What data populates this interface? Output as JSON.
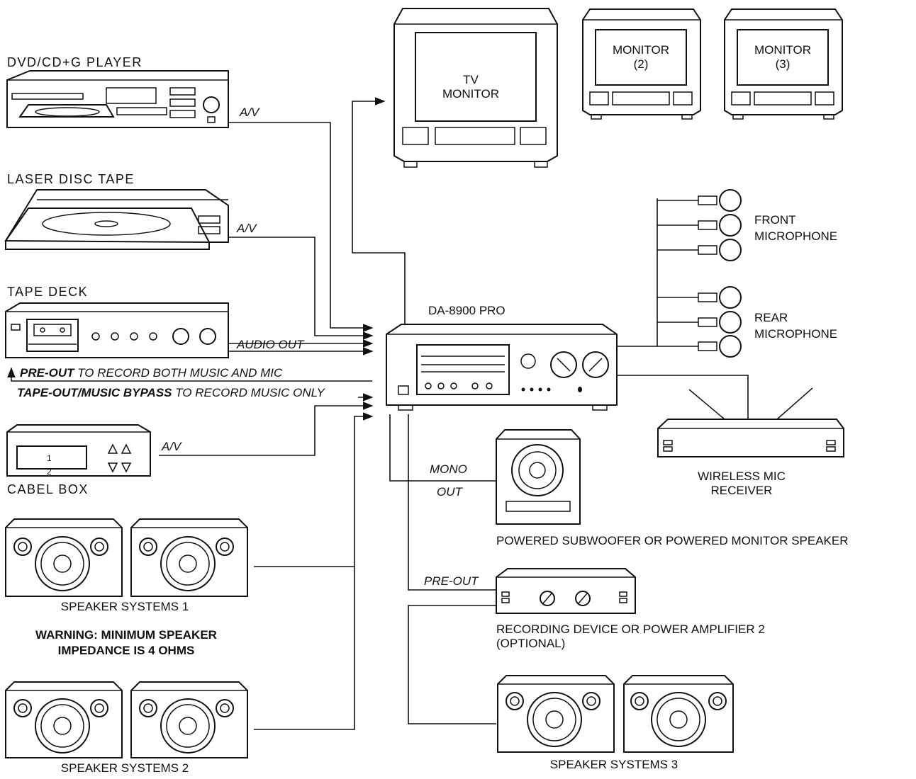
{
  "labels": {
    "dvd": "DVD/CD+G PLAYER",
    "laser": "LASER DISC TAPE",
    "tape_deck": "TAPE DECK",
    "cable_box": "CABEL BOX",
    "tv_monitor_1": "TV",
    "tv_monitor_2": "MONITOR",
    "monitor2_a": "MONITOR",
    "monitor2_b": "(2)",
    "monitor3_a": "MONITOR",
    "monitor3_b": "(3)",
    "front_mic_a": "FRONT",
    "front_mic_b": "MICROPHONE",
    "rear_mic_a": "REAR",
    "rear_mic_b": "MICROPHONE",
    "amp": "DA-8900 PRO",
    "wireless_a": "WIRELESS MIC",
    "wireless_b": "RECEIVER",
    "subwoofer": "POWERED SUBWOOFER OR POWERED MONITOR SPEAKER",
    "recording_a": "RECORDING DEVICE OR POWER AMPLIFIER 2",
    "recording_b": "(OPTIONAL)",
    "speakers1": "SPEAKER SYSTEMS 1",
    "speakers2": "SPEAKER SYSTEMS 2",
    "speakers3": "SPEAKER SYSTEMS 3",
    "warning_a": "WARNING: MINIMUM SPEAKER",
    "warning_b": "IMPEDANCE IS 4 OHMS",
    "cable_ch1": "1",
    "cable_ch2": "2"
  },
  "connections": {
    "av_dvd": "A/V",
    "av_laser": "A/V",
    "audio_out": "AUDIO OUT",
    "preout_bold": "PRE-OUT",
    "preout_rest": " TO RECORD BOTH MUSIC AND MIC",
    "tapeout_bold": "TAPE-OUT/MUSIC BYPASS",
    "tapeout_rest": " TO RECORD MUSIC ONLY",
    "av_cable": "A/V",
    "mono_a": "MONO",
    "mono_b": "OUT",
    "pre_out": "PRE-OUT"
  }
}
